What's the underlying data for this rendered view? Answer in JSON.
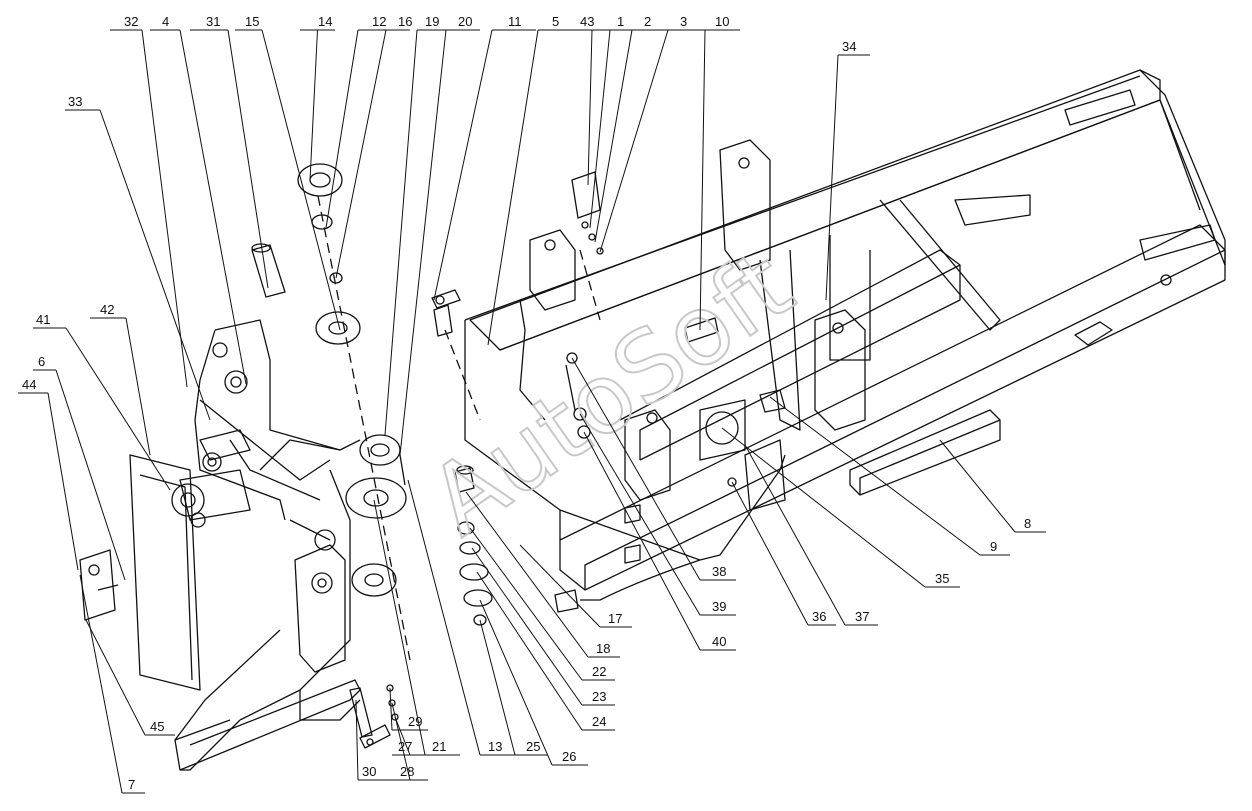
{
  "watermark": "AutoSoft",
  "callouts": [
    "32",
    "4",
    "31",
    "15",
    "14",
    "12",
    "16",
    "19",
    "20",
    "11",
    "5",
    "43",
    "1",
    "2",
    "3",
    "10",
    "34",
    "33",
    "41",
    "42",
    "6",
    "44",
    "45",
    "7",
    "30",
    "28",
    "27",
    "29",
    "21",
    "13",
    "25",
    "26",
    "24",
    "23",
    "22",
    "18",
    "17",
    "40",
    "39",
    "38",
    "36",
    "37",
    "35",
    "9",
    "8"
  ],
  "colors": {
    "line": "#111111",
    "watermark": "#c8c8c8"
  }
}
